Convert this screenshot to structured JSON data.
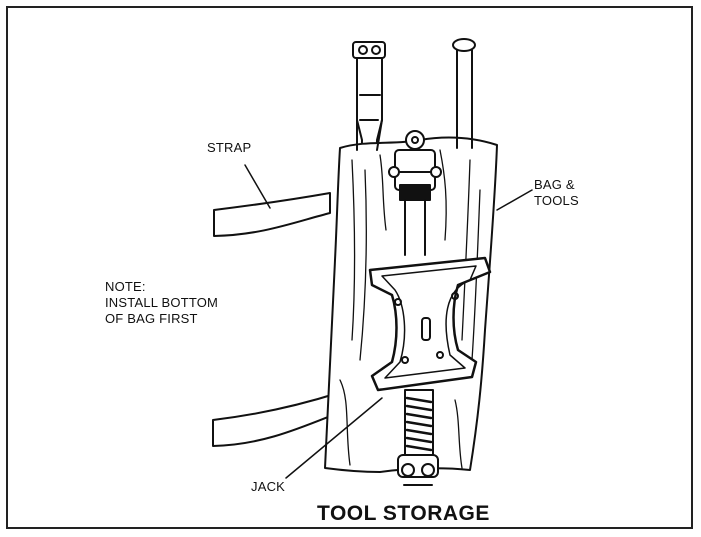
{
  "labels": {
    "strap": "STRAP",
    "bag_tools_line1": "BAG &",
    "bag_tools_line2": "TOOLS",
    "note_line1": "NOTE:",
    "note_line2": "INSTALL BOTTOM",
    "note_line3": "OF BAG FIRST",
    "jack": "JACK"
  },
  "caption": "TOOL STORAGE",
  "colors": {
    "ink": "#111111",
    "paper": "#ffffff",
    "border": "#222222"
  }
}
